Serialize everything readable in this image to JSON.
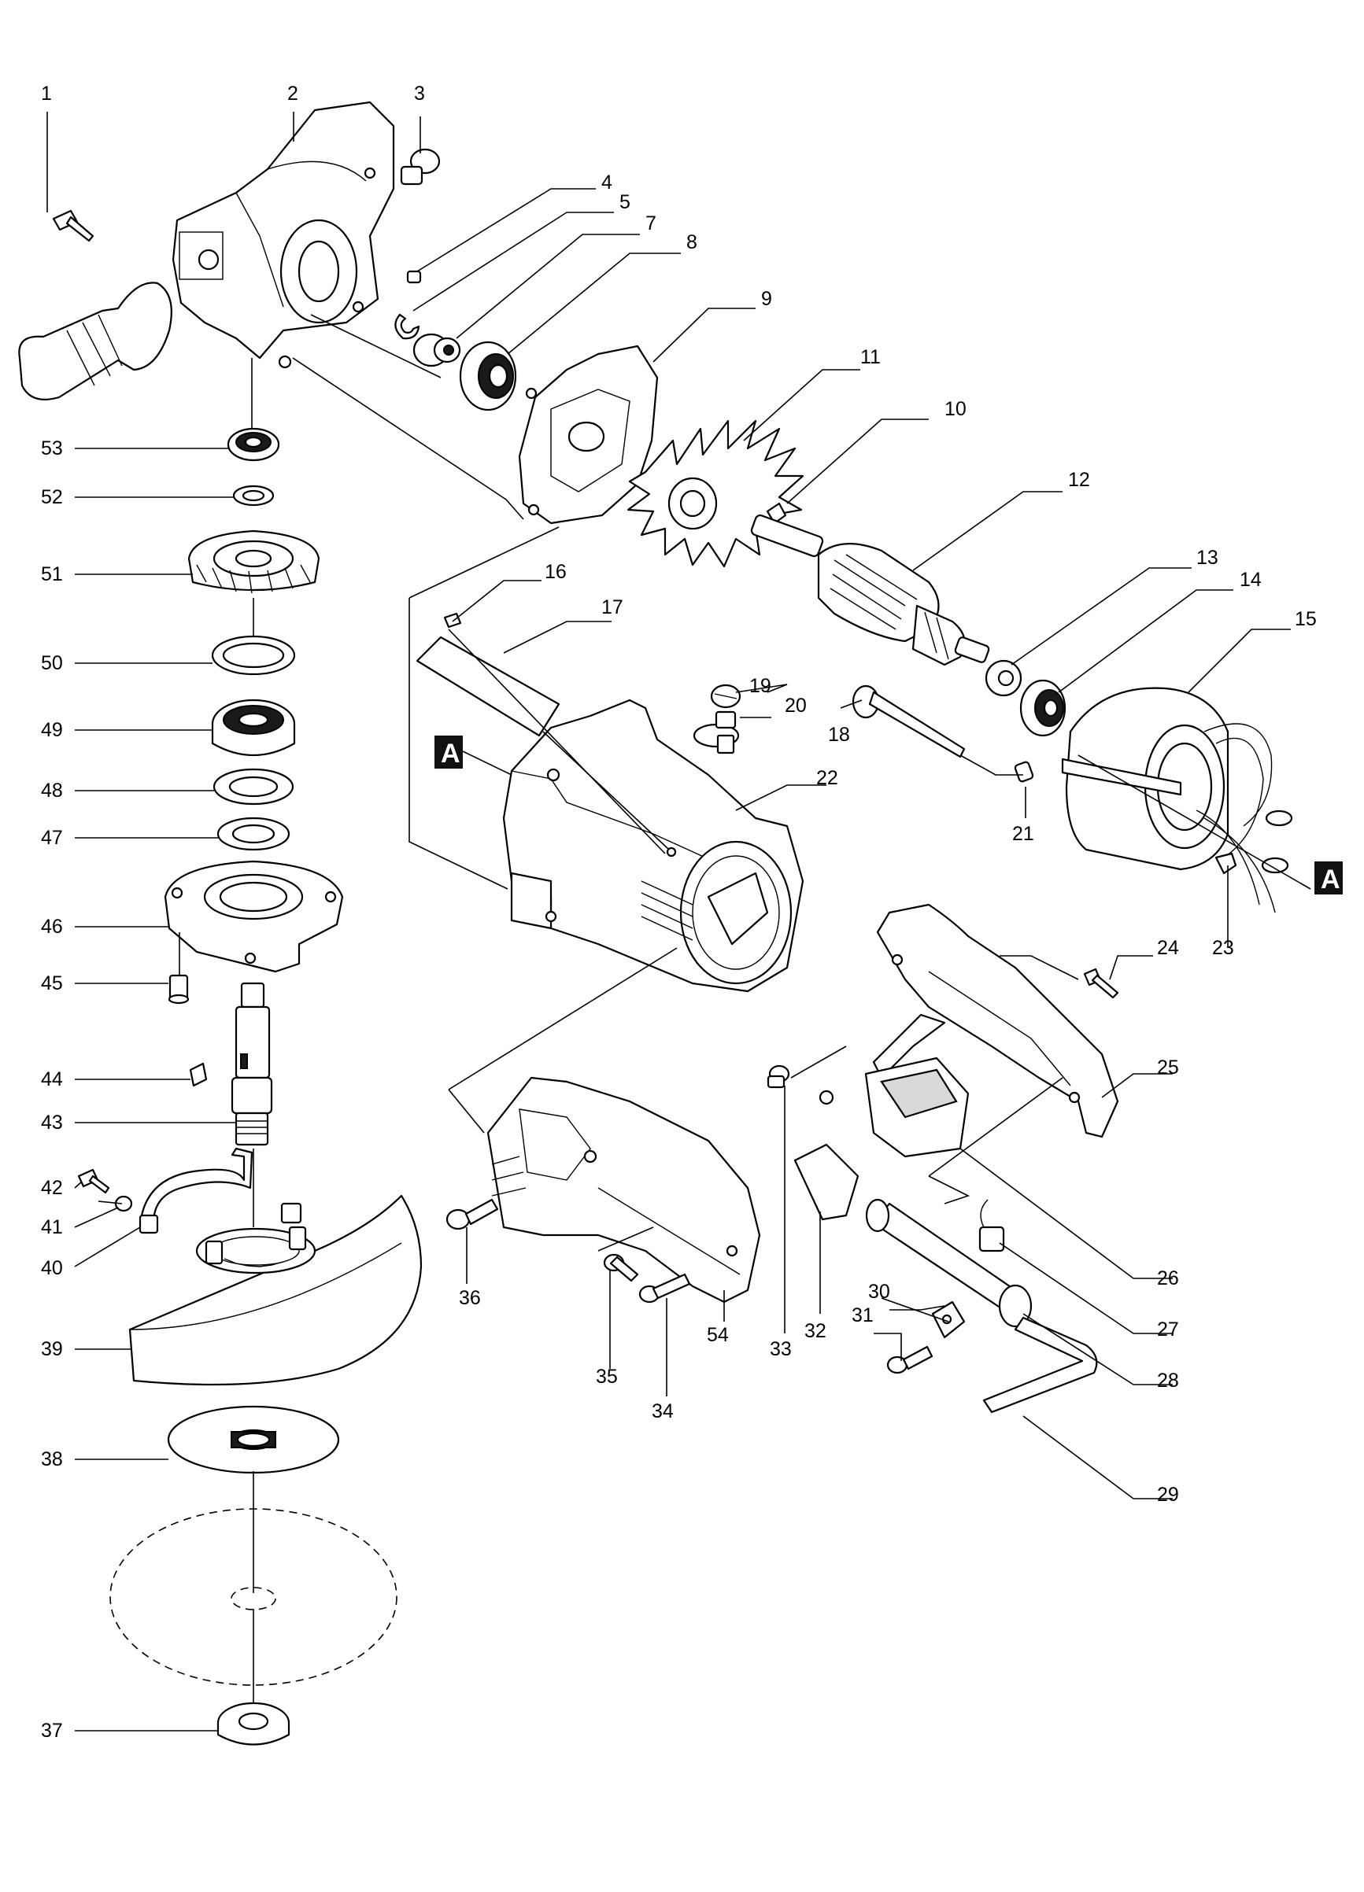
{
  "diagram": {
    "type": "exploded-parts-view",
    "section_marker": "A",
    "callouts": [
      {
        "id": "p1",
        "label": "1"
      },
      {
        "id": "p2",
        "label": "2"
      },
      {
        "id": "p3",
        "label": "3"
      },
      {
        "id": "p4",
        "label": "4"
      },
      {
        "id": "p5",
        "label": "5"
      },
      {
        "id": "p7",
        "label": "7"
      },
      {
        "id": "p8",
        "label": "8"
      },
      {
        "id": "p9",
        "label": "9"
      },
      {
        "id": "p10",
        "label": "10"
      },
      {
        "id": "p11",
        "label": "11"
      },
      {
        "id": "p12",
        "label": "12"
      },
      {
        "id": "p13",
        "label": "13"
      },
      {
        "id": "p14",
        "label": "14"
      },
      {
        "id": "p15",
        "label": "15"
      },
      {
        "id": "p16",
        "label": "16"
      },
      {
        "id": "p17",
        "label": "17"
      },
      {
        "id": "p18",
        "label": "18"
      },
      {
        "id": "p19",
        "label": "19"
      },
      {
        "id": "p20",
        "label": "20"
      },
      {
        "id": "p21",
        "label": "21"
      },
      {
        "id": "p22",
        "label": "22"
      },
      {
        "id": "p23",
        "label": "23"
      },
      {
        "id": "p24",
        "label": "24"
      },
      {
        "id": "p25",
        "label": "25"
      },
      {
        "id": "p26",
        "label": "26"
      },
      {
        "id": "p27",
        "label": "27"
      },
      {
        "id": "p28",
        "label": "28"
      },
      {
        "id": "p29",
        "label": "29"
      },
      {
        "id": "p30",
        "label": "30"
      },
      {
        "id": "p31",
        "label": "31"
      },
      {
        "id": "p32",
        "label": "32"
      },
      {
        "id": "p33",
        "label": "33"
      },
      {
        "id": "p34",
        "label": "34"
      },
      {
        "id": "p35",
        "label": "35"
      },
      {
        "id": "p36",
        "label": "36"
      },
      {
        "id": "p37",
        "label": "37"
      },
      {
        "id": "p38",
        "label": "38"
      },
      {
        "id": "p39",
        "label": "39"
      },
      {
        "id": "p40",
        "label": "40"
      },
      {
        "id": "p41",
        "label": "41"
      },
      {
        "id": "p42",
        "label": "42"
      },
      {
        "id": "p43",
        "label": "43"
      },
      {
        "id": "p44",
        "label": "44"
      },
      {
        "id": "p45",
        "label": "45"
      },
      {
        "id": "p46",
        "label": "46"
      },
      {
        "id": "p47",
        "label": "47"
      },
      {
        "id": "p48",
        "label": "48"
      },
      {
        "id": "p49",
        "label": "49"
      },
      {
        "id": "p50",
        "label": "50"
      },
      {
        "id": "p51",
        "label": "51"
      },
      {
        "id": "p52",
        "label": "52"
      },
      {
        "id": "p53",
        "label": "53"
      },
      {
        "id": "p54",
        "label": "54"
      }
    ]
  }
}
